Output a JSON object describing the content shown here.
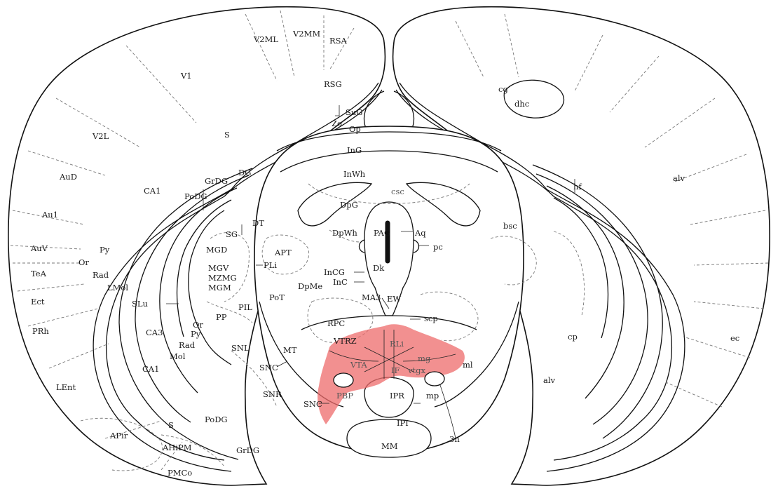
{
  "highlight_color": "#ee6b6b",
  "labels": [
    {
      "id": "V2ML",
      "text": "V2ML"
    },
    {
      "id": "V2MM",
      "text": "V2MM"
    },
    {
      "id": "RSA",
      "text": "RSA"
    },
    {
      "id": "V1",
      "text": "V1"
    },
    {
      "id": "RSG",
      "text": "RSG"
    },
    {
      "id": "SuG",
      "text": "SuG"
    },
    {
      "id": "Zo",
      "text": "Zo"
    },
    {
      "id": "Op",
      "text": "Op"
    },
    {
      "id": "V2L",
      "text": "V2L"
    },
    {
      "id": "S_top",
      "text": "S"
    },
    {
      "id": "InG",
      "text": "InG"
    },
    {
      "id": "AuD",
      "text": "AuD"
    },
    {
      "id": "GrDG_top",
      "text": "GrDG"
    },
    {
      "id": "DG",
      "text": "DG"
    },
    {
      "id": "InWh",
      "text": "InWh"
    },
    {
      "id": "CA1_top",
      "text": "CA1"
    },
    {
      "id": "PoDG_top",
      "text": "PoDG"
    },
    {
      "id": "csc",
      "text": "csc"
    },
    {
      "id": "DpG",
      "text": "DpG"
    },
    {
      "id": "Au1",
      "text": "Au1"
    },
    {
      "id": "DT",
      "text": "DT"
    },
    {
      "id": "SG",
      "text": "SG"
    },
    {
      "id": "APT",
      "text": "APT"
    },
    {
      "id": "PAG",
      "text": "PAG"
    },
    {
      "id": "Aq",
      "text": "Aq"
    },
    {
      "id": "DpWh",
      "text": "DpWh"
    },
    {
      "id": "pc",
      "text": "pc"
    },
    {
      "id": "AuV",
      "text": "AuV"
    },
    {
      "id": "Py_top",
      "text": "Py"
    },
    {
      "id": "Or_top",
      "text": "Or"
    },
    {
      "id": "MGD",
      "text": "MGD"
    },
    {
      "id": "PLi",
      "text": "PLi"
    },
    {
      "id": "TeA",
      "text": "TeA"
    },
    {
      "id": "Rad_top",
      "text": "Rad"
    },
    {
      "id": "MGV",
      "text": "MGV"
    },
    {
      "id": "InCG",
      "text": "InCG"
    },
    {
      "id": "Dk",
      "text": "Dk"
    },
    {
      "id": "MZMG",
      "text": "MZMG"
    },
    {
      "id": "InC",
      "text": "InC"
    },
    {
      "id": "LMol",
      "text": "LMol"
    },
    {
      "id": "MGM",
      "text": "MGM"
    },
    {
      "id": "DpMe",
      "text": "DpMe"
    },
    {
      "id": "Ect",
      "text": "Ect"
    },
    {
      "id": "SLu",
      "text": "SLu"
    },
    {
      "id": "PIL",
      "text": "PIL"
    },
    {
      "id": "PoT",
      "text": "PoT"
    },
    {
      "id": "MA3",
      "text": "MA3"
    },
    {
      "id": "EW",
      "text": "EW"
    },
    {
      "id": "PP",
      "text": "PP"
    },
    {
      "id": "Or_low",
      "text": "Or"
    },
    {
      "id": "RPC",
      "text": "RPC"
    },
    {
      "id": "scp",
      "text": "scp"
    },
    {
      "id": "CA3",
      "text": "CA3"
    },
    {
      "id": "Py_low",
      "text": "Py"
    },
    {
      "id": "PRh",
      "text": "PRh"
    },
    {
      "id": "VTRZ",
      "text": "VTRZ"
    },
    {
      "id": "RLi",
      "text": "RLi"
    },
    {
      "id": "Rad_low",
      "text": "Rad"
    },
    {
      "id": "SNL",
      "text": "SNL"
    },
    {
      "id": "cp",
      "text": "cp"
    },
    {
      "id": "ec",
      "text": "ec"
    },
    {
      "id": "Mol",
      "text": "Mol"
    },
    {
      "id": "MT",
      "text": "MT"
    },
    {
      "id": "CA1_low",
      "text": "CA1"
    },
    {
      "id": "PBG",
      "text": "mg"
    },
    {
      "id": "VTA",
      "text": "VTA"
    },
    {
      "id": "IF",
      "text": "IF"
    },
    {
      "id": "Vtgx",
      "text": "vtgx"
    },
    {
      "id": "ml",
      "text": "ml"
    },
    {
      "id": "SNC_mid",
      "text": "SNC"
    },
    {
      "id": "LEnt",
      "text": "LEnt"
    },
    {
      "id": "alv_low",
      "text": "alv"
    },
    {
      "id": "SNR",
      "text": "SNR"
    },
    {
      "id": "IPR",
      "text": "IPR"
    },
    {
      "id": "SNC_low",
      "text": "SNC"
    },
    {
      "id": "PBP",
      "text": "PBP"
    },
    {
      "id": "mp",
      "text": "mp"
    },
    {
      "id": "PoDG_low",
      "text": "PoDG"
    },
    {
      "id": "S_low",
      "text": "S"
    },
    {
      "id": "IPI",
      "text": "IPI"
    },
    {
      "id": "APir",
      "text": "APir"
    },
    {
      "id": "AHiPM",
      "text": "AHiPM"
    },
    {
      "id": "GrDG_low",
      "text": "GrDG"
    },
    {
      "id": "MM",
      "text": "MM"
    },
    {
      "id": "3n",
      "text": "3n"
    },
    {
      "id": "PMCo",
      "text": "PMCo"
    },
    {
      "id": "cg",
      "text": "cg"
    },
    {
      "id": "dhc",
      "text": "dhc"
    },
    {
      "id": "alv_top",
      "text": "alv"
    },
    {
      "id": "hf",
      "text": "hf"
    },
    {
      "id": "bsc",
      "text": "bsc"
    }
  ]
}
